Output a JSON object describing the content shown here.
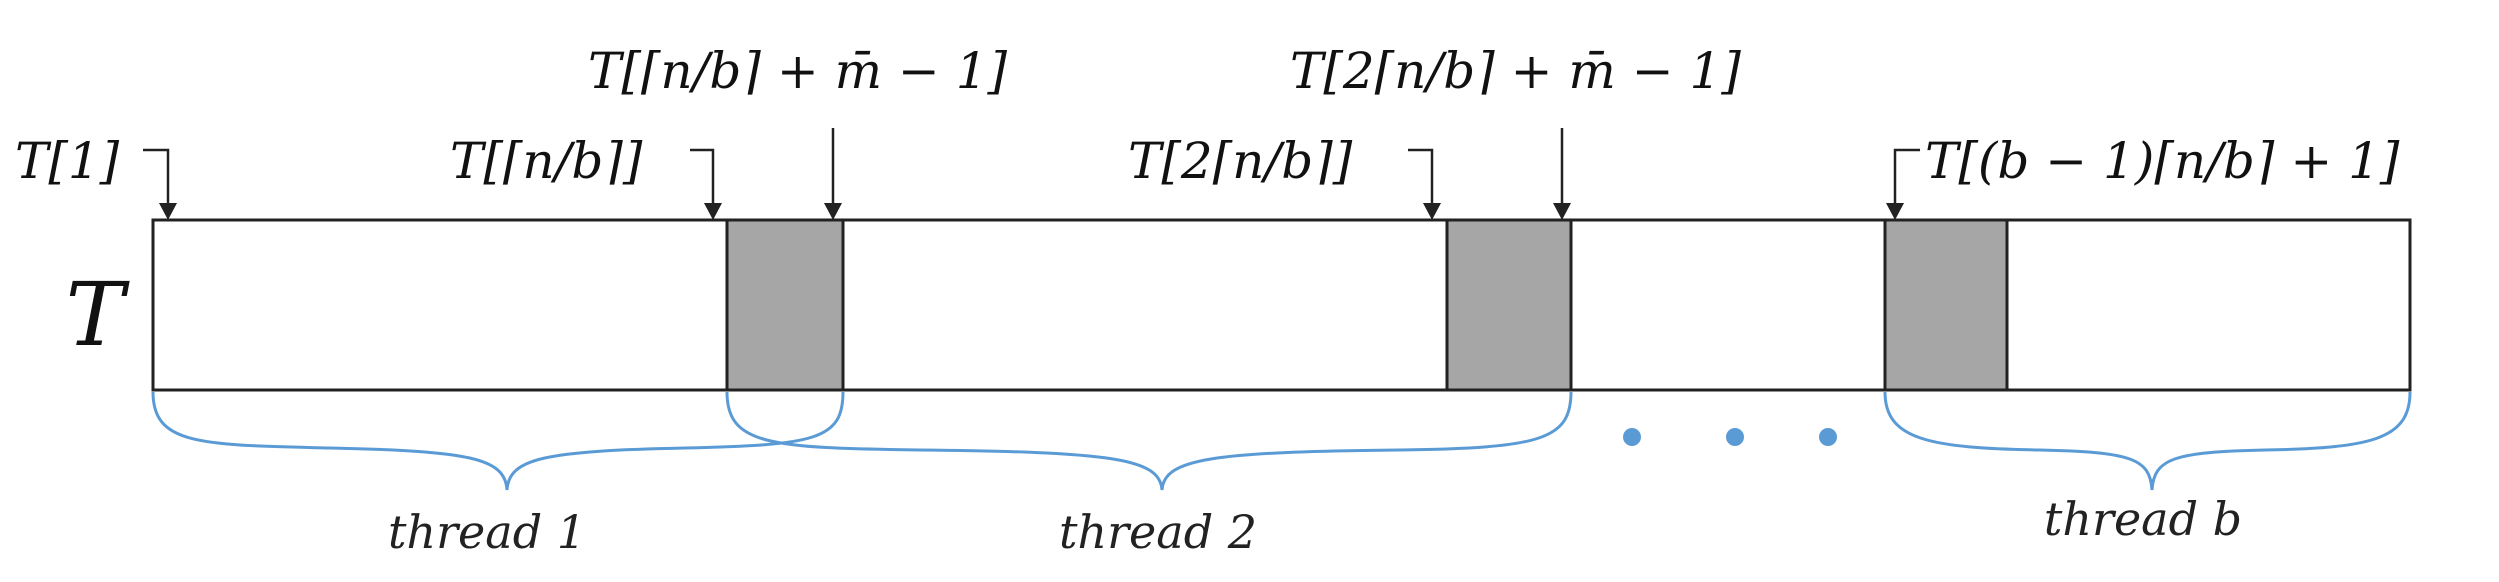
{
  "array_name": "T",
  "labels": {
    "start_1": "T[1]",
    "end_1": "T[⌈n/b⌉]",
    "overlap_1": "T[⌈n/b⌉ + m̄ − 1]",
    "end_2": "T[2⌈n/b⌉]",
    "overlap_2": "T[2⌈n/b⌉ + m̄ − 1]",
    "start_b": "T[(b − 1)⌈n/b⌉ + 1]"
  },
  "threads": [
    "thread 1",
    "thread 2",
    "thread b"
  ],
  "colors": {
    "outline": "#222222",
    "overlap_fill": "#a6a6a6",
    "brace": "#5b9bd5",
    "dots": "#5b9bd5",
    "text": "#111111"
  }
}
